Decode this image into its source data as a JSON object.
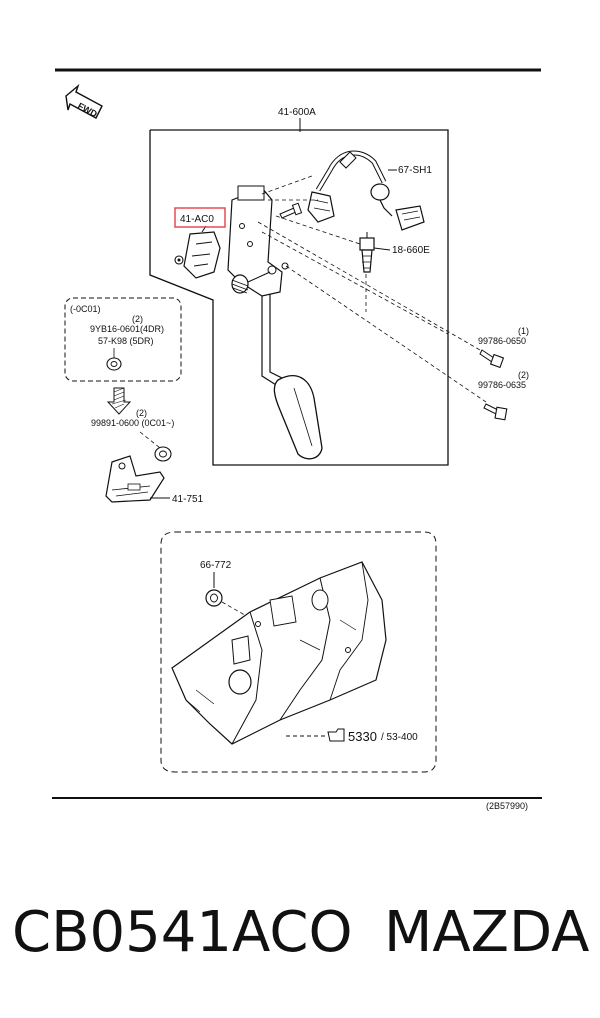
{
  "diagram": {
    "fwd_label": "FWD",
    "assembly_label": "41-600A",
    "highlight_label": "41-AC0",
    "pipe_label": "67-SH1",
    "switch_label": "18-660E",
    "bolt1_qty": "(1)",
    "bolt1_label": "99786-0650",
    "bolt2_qty": "(2)",
    "bolt2_label": "99786-0635",
    "note_header": "(-0C01)",
    "note_qty": "(2)",
    "note_line1": "9YB16-0601(4DR)",
    "note_line2": "57-K98  (5DR)",
    "nut_qty": "(2)",
    "nut_label": "99891-0600 (0C01~)",
    "bracket_label": "41-751",
    "grommet_label": "66-772",
    "dash_ref": "5330",
    "dash_ref_page": "/ 53-400",
    "figure_code": "(2B57990)",
    "highlight_color": "#e0404a"
  },
  "caption": {
    "part_number": "CB0541ACO",
    "brand": "MAZDA"
  }
}
